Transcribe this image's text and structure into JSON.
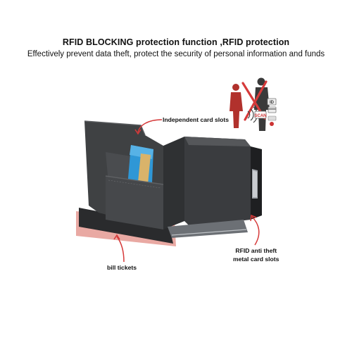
{
  "header": {
    "title": "RFID BLOCKING protection function ,RFID protection",
    "subtitle": "Effectively prevent data theft, protect the security of personal information and funds"
  },
  "callouts": {
    "card_slots": "Independent card slots",
    "rfid_line1": "RFID anti theft",
    "rfid_line2": "metal card slots",
    "bill": "bill tickets"
  },
  "inset": {
    "scan_text": "SCAN",
    "id_text": "ID"
  },
  "colors": {
    "leather": "#3f4143",
    "leather_dark": "#2a2b2d",
    "card_blue": "#2f97d6",
    "card_gold": "#d9b36a",
    "bill_pink": "#e9a9a3",
    "arrow_red": "#d63a3a",
    "thief_red": "#b1312c"
  },
  "icons": [
    "pickpocket-figures-icon",
    "red-x-icon",
    "wifi-scan-icon",
    "id-card-icon",
    "credit-card-icon"
  ]
}
